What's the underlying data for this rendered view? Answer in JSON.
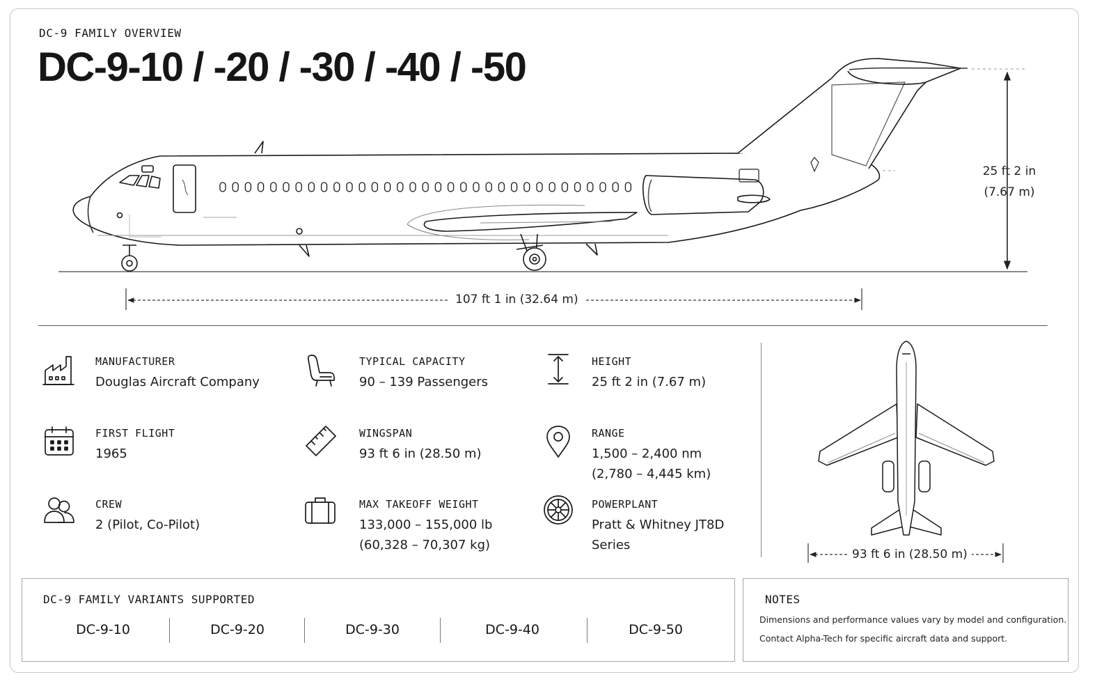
{
  "header": {
    "eyebrow": "DC-9 FAMILY OVERVIEW",
    "title": "DC-9-10 / -20 / -30 / -40 / -50"
  },
  "dimensions": {
    "length": "107 ft 1 in (32.64 m)",
    "height_line1": "25 ft 2 in",
    "height_line2": "(7.67 m)",
    "wingspan": "93 ft 6 in (28.50 m)"
  },
  "specs": [
    {
      "icon": "factory-icon",
      "label": "MANUFACTURER",
      "value": "Douglas Aircraft Company"
    },
    {
      "icon": "calendar-icon",
      "label": "FIRST FLIGHT",
      "value": "1965"
    },
    {
      "icon": "crew-icon",
      "label": "CREW",
      "value": "2 (Pilot, Co-Pilot)"
    },
    {
      "icon": "seat-icon",
      "label": "TYPICAL CAPACITY",
      "value": "90 – 139 Passengers"
    },
    {
      "icon": "ruler-icon",
      "label": "WINGSPAN",
      "value": "93 ft 6 in (28.50 m)"
    },
    {
      "icon": "luggage-icon",
      "label": "MAX TAKEOFF WEIGHT",
      "value_line1": "133,000 – 155,000 lb",
      "value_line2": "(60,328 – 70,307 kg)"
    },
    {
      "icon": "height-icon",
      "label": "HEIGHT",
      "value": "25 ft 2 in (7.67 m)"
    },
    {
      "icon": "location-pin-icon",
      "label": "RANGE",
      "value_line1": "1,500 – 2,400 nm",
      "value_line2": "(2,780 – 4,445 km)"
    },
    {
      "icon": "engine-icon",
      "label": "POWERPLANT",
      "value_line1": "Pratt & Whitney JT8D",
      "value_line2": "Series"
    }
  ],
  "variants": {
    "title": "DC-9 FAMILY VARIANTS SUPPORTED",
    "items": [
      "DC-9-10",
      "DC-9-20",
      "DC-9-30",
      "DC-9-40",
      "DC-9-50"
    ]
  },
  "notes": {
    "title": "NOTES",
    "lines": [
      "Dimensions and performance values vary by model and configuration.",
      "Contact Alpha-Tech for specific aircraft data and support."
    ]
  }
}
